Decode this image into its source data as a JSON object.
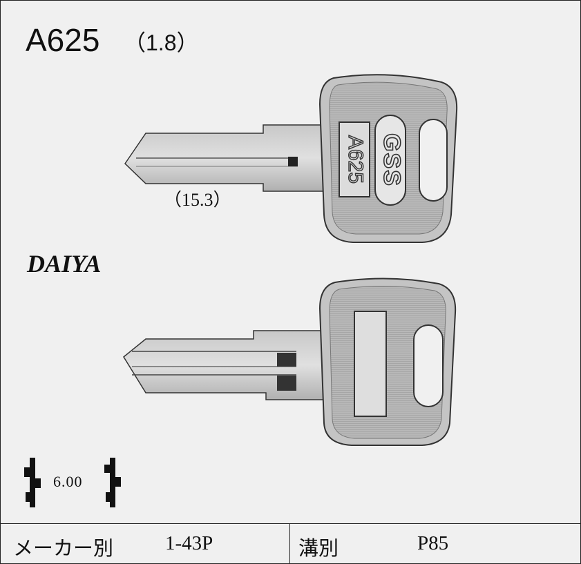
{
  "header": {
    "key_code": "A625",
    "thickness": "（1.8）"
  },
  "front_key": {
    "blade_length": "（15.3）",
    "engraving_brand": "GSS",
    "engraving_code": "A625"
  },
  "brand": "DAIYA",
  "profile": {
    "width": "6.00"
  },
  "footer": {
    "maker_label": "メーカー別",
    "maker_value": "1-43P",
    "groove_label": "溝別",
    "groove_value": "P85"
  }
}
